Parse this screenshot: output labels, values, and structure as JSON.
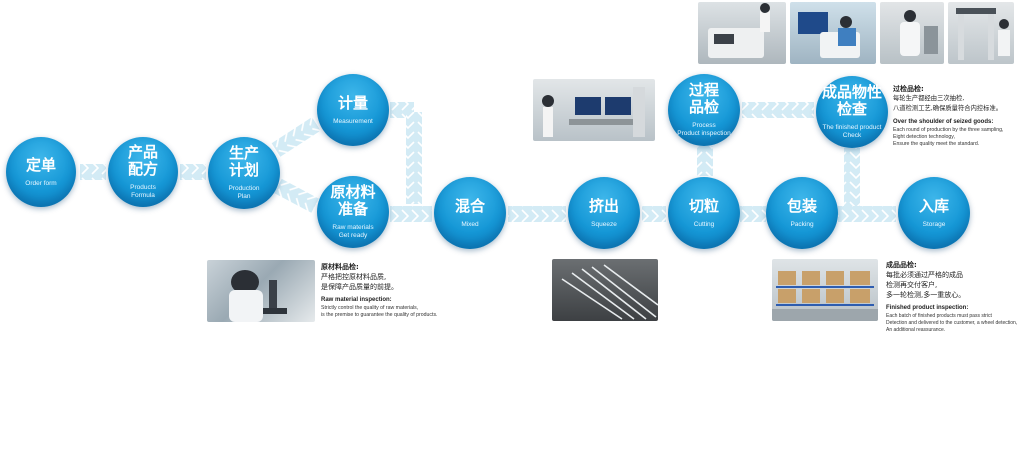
{
  "nodes": {
    "order": {
      "zh": "定单",
      "en": "Order form"
    },
    "formula": {
      "zh": "产品\n配方",
      "en": "Products\nFormula"
    },
    "plan": {
      "zh": "生产\n计划",
      "en": "Production\nPlan"
    },
    "measure": {
      "zh": "计量",
      "en": "Measurement"
    },
    "raw": {
      "zh": "原材料\n准备",
      "en": "Raw materials\nGet ready"
    },
    "mixed": {
      "zh": "混合",
      "en": "Mixed"
    },
    "squeeze": {
      "zh": "挤出",
      "en": "Squeeze"
    },
    "cutting": {
      "zh": "切粒",
      "en": "Cutting"
    },
    "process": {
      "zh": "过程\n品检",
      "en": "Process\nProduct inspection"
    },
    "packing": {
      "zh": "包装",
      "en": "Packing"
    },
    "storage": {
      "zh": "入库",
      "en": "Storage"
    },
    "check": {
      "zh": "成品物性\n检查",
      "en": "The finished product\nCheck"
    }
  },
  "notes": {
    "raw": {
      "title": "原材料品检:",
      "body": "严格把控原材料品质,\n是保障产品质量的前提。",
      "en_title": "Raw material inspection:",
      "en_body": "Strictly control the quality of raw materials,\nis the premise to guarantee the quality of products."
    },
    "seized": {
      "title": "过检品检:",
      "body": "每轮生产都经由三次抽检,\n八道检测工艺,确保质量符合内控标准。",
      "en_title": "Over the shoulder of seized goods:",
      "en_body": "Each round of production by the three sampling,\nEight detection technology,\nEnsure the quality meet the standard."
    },
    "finished": {
      "title": "成品品检:",
      "body": "每批必须通过严格的成品\n检测再交付客户,\n多一轮检测,多一重放心。",
      "en_title": "Finished product inspection:",
      "en_body": "Each batch of finished products must pass strict\nDetection and delivered to the customer, a wheel detection,\nAn additional reassurance."
    }
  },
  "icons": {
    "photo_1": "lab-technician-microscope-photo",
    "photo_2": "computer-workstation-lab-photo",
    "photo_3": "extrusion-strands-photo",
    "photo_4": "warehouse-pallets-photo",
    "photo_5": "testing-instrument-photo",
    "photo_6": "operator-testing-photo",
    "photo_7": "lab-worker-photo",
    "photo_8": "tensile-machine-photo"
  },
  "colors": {
    "node": "#1597d6",
    "arrow": "#cfe9f4",
    "arrow_edge": "#ffffff"
  }
}
